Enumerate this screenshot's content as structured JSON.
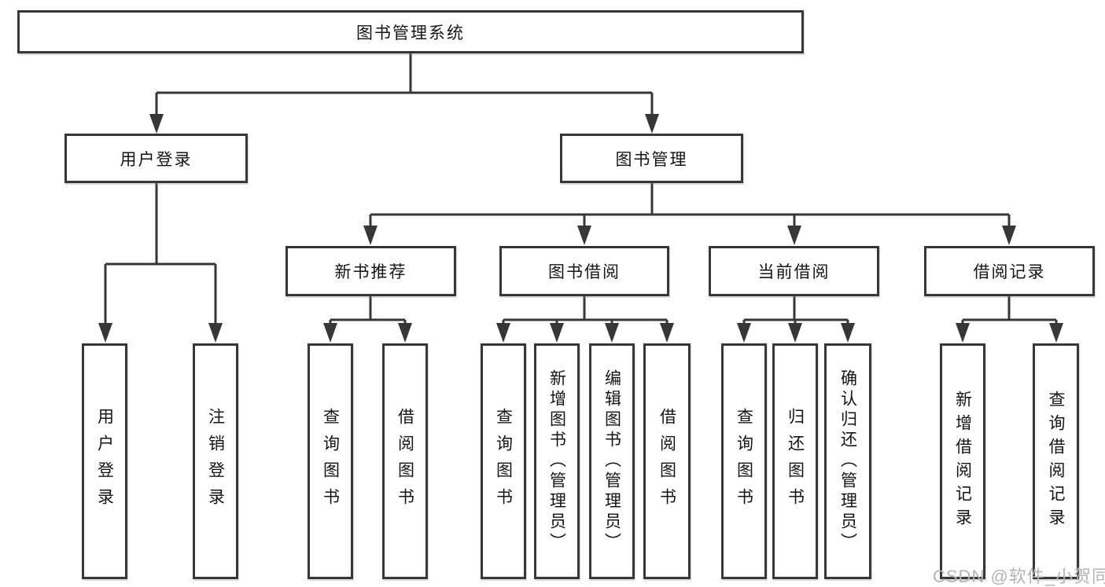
{
  "diagram": {
    "title": "图书管理系统",
    "type": "hierarchy-tree"
  },
  "tree": {
    "root": {
      "label": "图书管理系统",
      "children": [
        {
          "label": "用户登录",
          "children": [
            {
              "label": "用户登录"
            },
            {
              "label": "注销登录"
            }
          ]
        },
        {
          "label": "图书管理",
          "children": [
            {
              "label": "新书推荐",
              "children": [
                {
                  "label": "查询图书"
                },
                {
                  "label": "借阅图书"
                }
              ]
            },
            {
              "label": "图书借阅",
              "children": [
                {
                  "label": "查询图书"
                },
                {
                  "label": "新增图书（管理员）"
                },
                {
                  "label": "编辑图书（管理员）"
                },
                {
                  "label": "借阅图书"
                }
              ]
            },
            {
              "label": "当前借阅",
              "children": [
                {
                  "label": "查询图书"
                },
                {
                  "label": "归还图书"
                },
                {
                  "label": "确认归还（管理员）"
                }
              ]
            },
            {
              "label": "借阅记录",
              "children": [
                {
                  "label": "新增借阅记录"
                },
                {
                  "label": "查询借阅记录"
                }
              ]
            }
          ]
        }
      ]
    }
  },
  "watermark": {
    "text": "CSDN @软件_小贺同学"
  },
  "colors": {
    "line": "#373737",
    "box_border": "#373737",
    "box_fill": "#ffffff",
    "text": "#141414",
    "watermark": "#b4b4b4",
    "background": "#ffffff"
  }
}
